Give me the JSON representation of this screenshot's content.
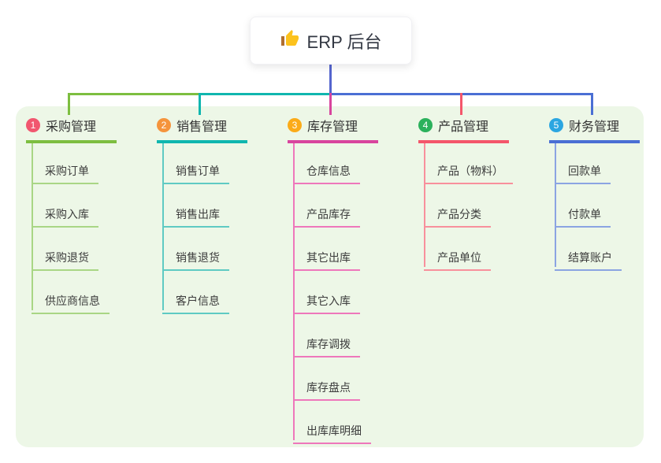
{
  "canvas": {
    "background": "#ffffff",
    "panel_color": "#edf7e7"
  },
  "root": {
    "icon": "thumbs-up-icon",
    "icon_colors": {
      "hand": "#fcc21d",
      "sleeve": "#b06f30"
    },
    "label": "ERP 后台",
    "stem_color": "#5565ce"
  },
  "branches": [
    {
      "number": "1",
      "label": "采购管理",
      "badge_color": "#f1566f",
      "line_color": "#7dbe40",
      "child_line_color": "#a9d685",
      "children": [
        "采购订单",
        "采购入库",
        "采购退货",
        "供应商信息"
      ]
    },
    {
      "number": "2",
      "label": "销售管理",
      "badge_color": "#f5943c",
      "line_color": "#10b6af",
      "child_line_color": "#5fcac3",
      "children": [
        "销售订单",
        "销售出库",
        "销售退货",
        "客户信息"
      ]
    },
    {
      "number": "3",
      "label": "库存管理",
      "badge_color": "#fbab18",
      "line_color": "#d8459e",
      "child_line_color": "#ee77bb",
      "children": [
        "仓库信息",
        "产品库存",
        "其它出库",
        "其它入库",
        "库存调拨",
        "库存盘点",
        "出库库明细"
      ]
    },
    {
      "number": "4",
      "label": "产品管理",
      "badge_color": "#2bb15c",
      "line_color": "#f4566b",
      "child_line_color": "#f8909c",
      "children": [
        "产品（物料）",
        "产品分类",
        "产品单位"
      ]
    },
    {
      "number": "5",
      "label": "财务管理",
      "badge_color": "#2ba6e1",
      "line_color": "#4a6fd4",
      "child_line_color": "#8ba4e2",
      "children": [
        "回款单",
        "付款单",
        "结算账户"
      ]
    }
  ]
}
